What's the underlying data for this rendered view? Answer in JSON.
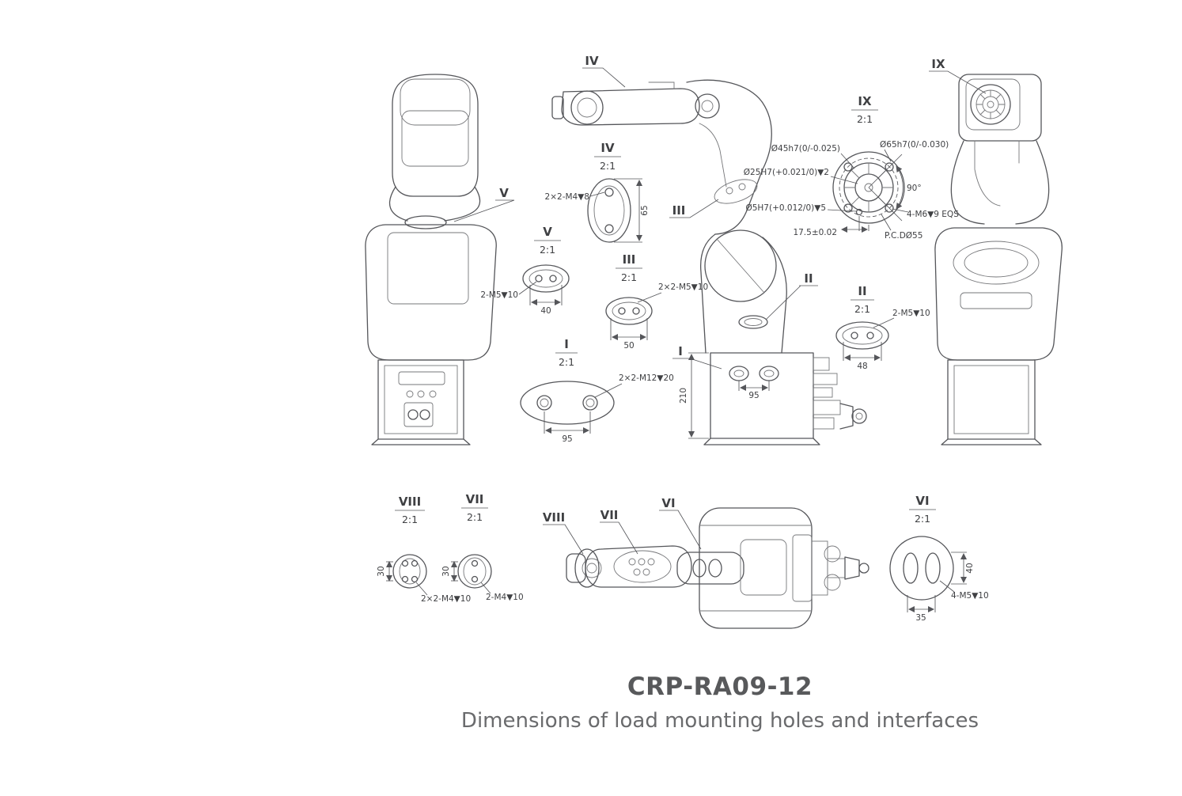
{
  "title": "CRP-RA09-12",
  "subtitle": "Dimensions of load mounting holes and interfaces",
  "colors": {
    "line": "#55565a",
    "title": "#58595b",
    "subtitle": "#6a6b6d"
  },
  "sections": {
    "s1": {
      "label": "I",
      "scale": "2:1",
      "callout": "2×2-M12▼20",
      "dim": "95"
    },
    "s2": {
      "label": "II",
      "scale": "2:1",
      "callout": "2-M5▼10",
      "dim": "48"
    },
    "s3": {
      "label": "III",
      "scale": "2:1",
      "callout": "2×2-M5▼10",
      "dim": "50"
    },
    "s4": {
      "label": "IV",
      "scale": "2:1",
      "callout": "2×2-M4▼8",
      "dim": "65"
    },
    "s5": {
      "label": "V",
      "scale": "2:1",
      "callout": "2-M5▼10",
      "dim": "40"
    },
    "s6": {
      "label": "VI",
      "scale": "2:1",
      "callout": "4-M5▼10",
      "dim_v": "40",
      "dim_h": "35"
    },
    "s7": {
      "label": "VII",
      "scale": "2:1",
      "callout": "2-M4▼10",
      "dim": "30"
    },
    "s8": {
      "label": "VIII",
      "scale": "2:1",
      "callout": "2×2-M4▼10",
      "dim": "30"
    },
    "s9": {
      "label": "IX",
      "scale": "2:1",
      "callout_d45": "Ø45h7(0/-0.025)",
      "callout_d65": "Ø65h7(0/-0.030)",
      "callout_d25": "Ø25H7(+0.021/0)▼2",
      "callout_d5": "Ø5H7(+0.012/0)▼5",
      "dim_175": "17.5±0.02",
      "callout_pcd": "P.C.DØ55",
      "callout_m6": "4-M6▼9 EQS",
      "angle": "90°"
    }
  },
  "side_view": {
    "dim_height": "210",
    "dim_holes": "95"
  }
}
